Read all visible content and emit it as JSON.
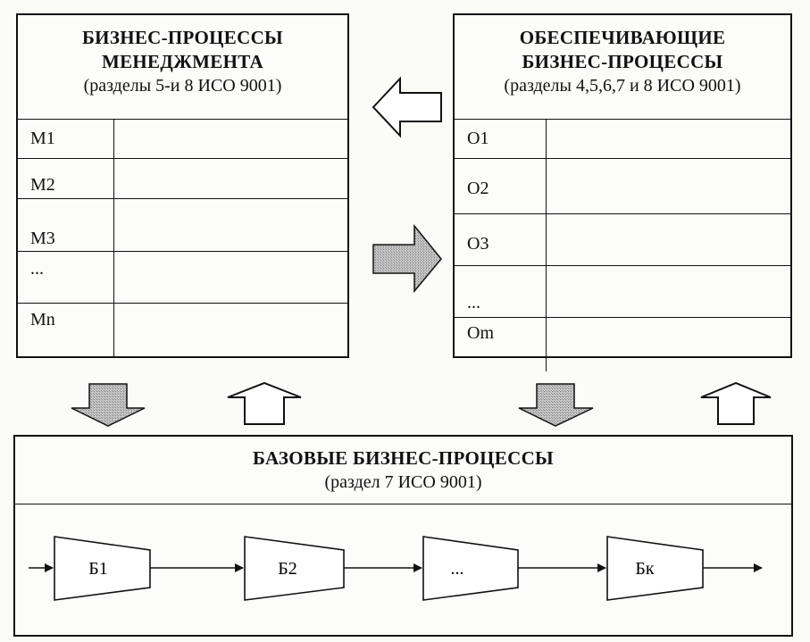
{
  "management": {
    "title_line1": "БИЗНЕС-ПРОЦЕССЫ",
    "title_line2": "МЕНЕДЖМЕНТА",
    "subtitle": "(разделы 5-и 8 ИСО 9001)",
    "rows": [
      "М1",
      "М2",
      "М3",
      "...",
      "Мn"
    ]
  },
  "supporting": {
    "title_line1": "ОБЕСПЕЧИВАЮЩИЕ",
    "title_line2": "БИЗНЕС-ПРОЦЕССЫ",
    "subtitle": "(разделы 4,5,6,7 и 8 ИСО 9001)",
    "rows": [
      "О1",
      "О2",
      "О3",
      "...",
      "Оm"
    ]
  },
  "base": {
    "title": "БАЗОВЫЕ БИЗНЕС-ПРОЦЕССЫ",
    "subtitle": "(раздел 7 ИСО 9001)",
    "stages": [
      "Б1",
      "Б2",
      "...",
      "Бк"
    ]
  },
  "arrows": {
    "fill_outline": "#ffffff",
    "fill_shaded": "#b9b9b9"
  }
}
